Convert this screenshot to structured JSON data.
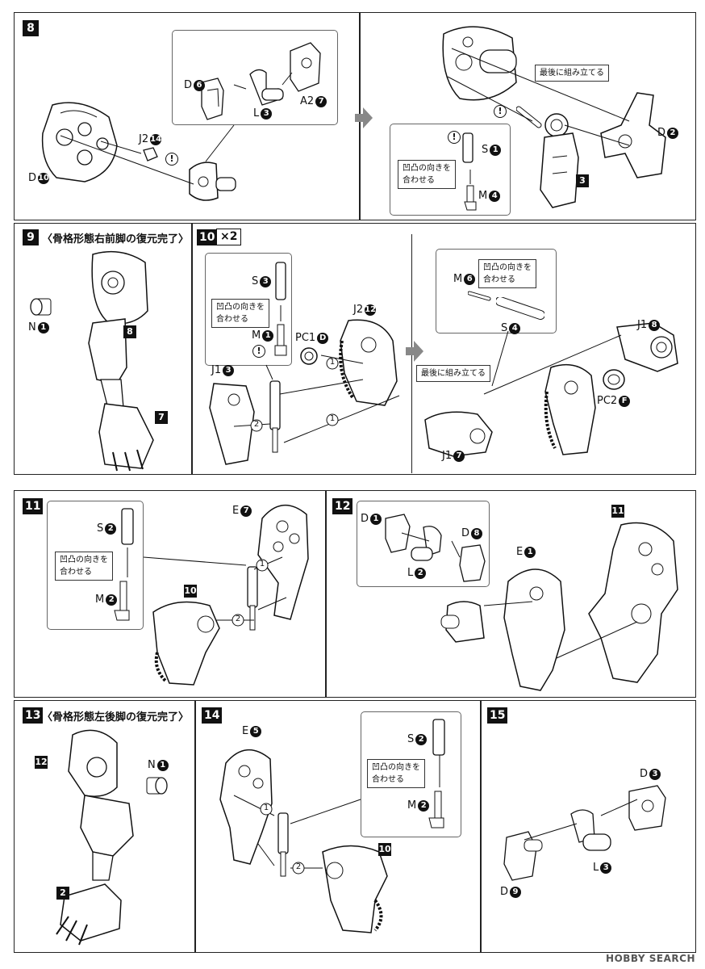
{
  "steps": {
    "s8": {
      "num": "8",
      "tip": "最後に組み立てる",
      "note": [
        "凹凸の向きを",
        "合わせる"
      ],
      "labels": {
        "d6": "D",
        "d6n": "6",
        "l3": "L",
        "l3n": "3",
        "a27": "A2",
        "a27n": "7",
        "j214": "J2",
        "j214n": "14",
        "d10": "D",
        "d10n": "10",
        "s1": "S",
        "s1n": "1",
        "m4": "M",
        "m4n": "4",
        "d2": "D",
        "d2n": "2"
      },
      "ref3": "3"
    },
    "s9": {
      "num": "9",
      "title": "〈骨格形態右前脚の復元完了〉",
      "labels": {
        "n1": "N",
        "n1n": "1"
      },
      "ref8": "8",
      "ref7": "7"
    },
    "s10": {
      "num": "10",
      "mult": "×2",
      "tip": "最後に組み立てる",
      "note": [
        "凹凸の向きを",
        "合わせる"
      ],
      "labels": {
        "s3": "S",
        "s3n": "3",
        "m1": "M",
        "m1n": "1",
        "pc1": "PC1",
        "pc1n": "D",
        "j212": "J2",
        "j212n": "12",
        "j13": "J1",
        "j13n": "3",
        "m6": "M",
        "m6n": "6",
        "s4": "S",
        "s4n": "4",
        "j18": "J1",
        "j18n": "8",
        "pc2": "PC2",
        "pc2n": "F",
        "j17": "J1",
        "j17n": "7"
      },
      "order1": "1",
      "order2": "2"
    },
    "s11": {
      "num": "11",
      "note": [
        "凹凸の向きを",
        "合わせる"
      ],
      "labels": {
        "s2": "S",
        "s2n": "2",
        "m2": "M",
        "m2n": "2",
        "e7": "E",
        "e7n": "7"
      },
      "ref10": "10",
      "order1": "1",
      "order2": "2"
    },
    "s12": {
      "num": "12",
      "labels": {
        "d1": "D",
        "d1n": "1",
        "d8": "D",
        "d8n": "8",
        "l2": "L",
        "l2n": "2",
        "e1": "E",
        "e1n": "1"
      },
      "ref11": "11"
    },
    "s13": {
      "num": "13",
      "title": "〈骨格形態左後脚の復元完了〉",
      "labels": {
        "n1": "N",
        "n1n": "1"
      },
      "ref12": "12",
      "ref2": "2"
    },
    "s14": {
      "num": "14",
      "note": [
        "凹凸の向きを",
        "合わせる"
      ],
      "labels": {
        "e5": "E",
        "e5n": "5",
        "s2": "S",
        "s2n": "2",
        "m2": "M",
        "m2n": "2"
      },
      "ref10": "10",
      "order1": "1",
      "order2": "2"
    },
    "s15": {
      "num": "15",
      "labels": {
        "d3": "D",
        "d3n": "3",
        "l3": "L",
        "l3n": "3",
        "d9": "D",
        "d9n": "9"
      }
    }
  },
  "excl": "!",
  "watermark": "HOBBY SEARCH"
}
